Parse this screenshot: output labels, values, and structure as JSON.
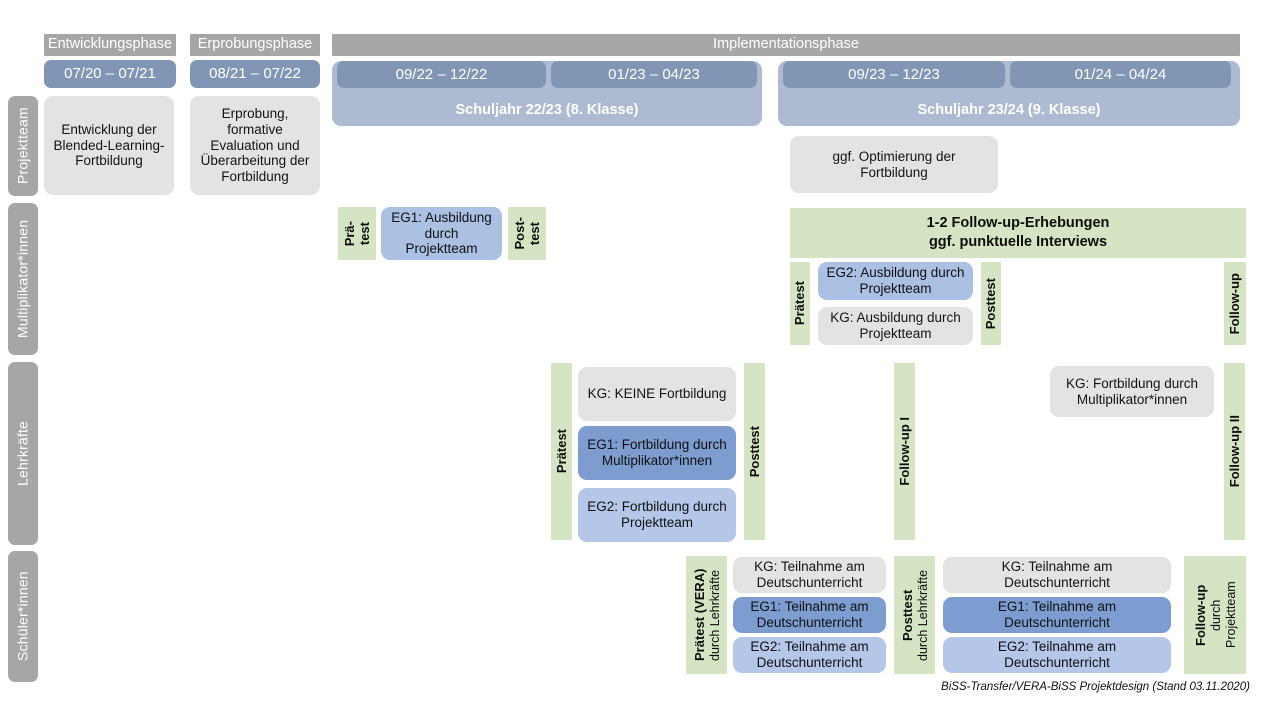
{
  "diagram": {
    "title": "BiSS-Transfer/VERA-BiSS Projektdesign",
    "footnote": "BiSS-Transfer/VERA-BiSS Projektdesign (Stand 03.11.2020)",
    "colors": {
      "grey_header": "#a6a6a6",
      "period_blue": "#8096b4",
      "schoolyear_blue": "#aebad2",
      "grey_box": "#e3e3e3",
      "blue_dark": "#7d9dd0",
      "blue_mid": "#aac1e4",
      "blue_pale": "#b5c7e8",
      "green": "#d5e5c3"
    }
  },
  "phases": [
    {
      "label": "Entwicklungsphase"
    },
    {
      "label": "Erprobungsphase"
    },
    {
      "label": "Implementationsphase"
    }
  ],
  "periods": [
    {
      "label": "07/20 – 07/21"
    },
    {
      "label": "08/21 – 07/22"
    },
    {
      "label": "09/22 – 12/22"
    },
    {
      "label": "01/23 – 04/23"
    },
    {
      "label": "09/23 – 12/23"
    },
    {
      "label": "01/24 – 04/24"
    }
  ],
  "school_years": [
    {
      "label": "Schuljahr 22/23 (8. Klasse)"
    },
    {
      "label": "Schuljahr 23/24 (9. Klasse)"
    }
  ],
  "rows": [
    {
      "label": "Projektteam"
    },
    {
      "label": "Multiplikator*innen"
    },
    {
      "label": "Lehrkräfte"
    },
    {
      "label": "Schüler*innen"
    }
  ],
  "projektteam": {
    "entwicklung": "Entwicklung der Blended-Learning-Fortbildung",
    "erprobung": "Erprobung, formative Evaluation und Überarbeitung der Fortbildung",
    "optimierung": "ggf. Optimierung der Fortbildung"
  },
  "multiplikatoren": {
    "praetest_line1": "Prä-",
    "praetest_line2": "test",
    "posttest_line1": "Post-",
    "posttest_line2": "test",
    "eg1": "EG1: Ausbildung durch Projektteam",
    "followup_banner_line1": "1-2 Follow-up-Erhebungen",
    "followup_banner_line2": "ggf. punktuelle Interviews",
    "praetest2": "Prätest",
    "posttest2": "Posttest",
    "followup": "Follow-up",
    "eg2": "EG2: Ausbildung durch Projektteam",
    "kg": "KG: Ausbildung durch Projektteam"
  },
  "lehrkraefte": {
    "praetest": "Prätest",
    "posttest": "Posttest",
    "followup1": "Follow-up I",
    "followup2": "Follow-up II",
    "kg_keine": "KG:  KEINE Fortbildung",
    "eg1": "EG1: Fortbildung durch Multiplikator*innen",
    "eg2": "EG2: Fortbildung durch Projektteam",
    "kg_fortbildung": "KG: Fortbildung durch Multiplikator*innen"
  },
  "schueler": {
    "praetest_bold": "Prätest (VERA)",
    "praetest_sub": "durch Lehrkräfte",
    "posttest_bold": "Posttest",
    "posttest_sub": "durch Lehrkräfte",
    "followup_bold": "Follow-up",
    "followup_sub1": "durch",
    "followup_sub2": "Projektteam",
    "kg": "KG: Teilnahme am Deutschunterricht",
    "eg1": "EG1: Teilnahme am Deutschunterricht",
    "eg2": "EG2: Teilnahme am Deutschunterricht"
  }
}
